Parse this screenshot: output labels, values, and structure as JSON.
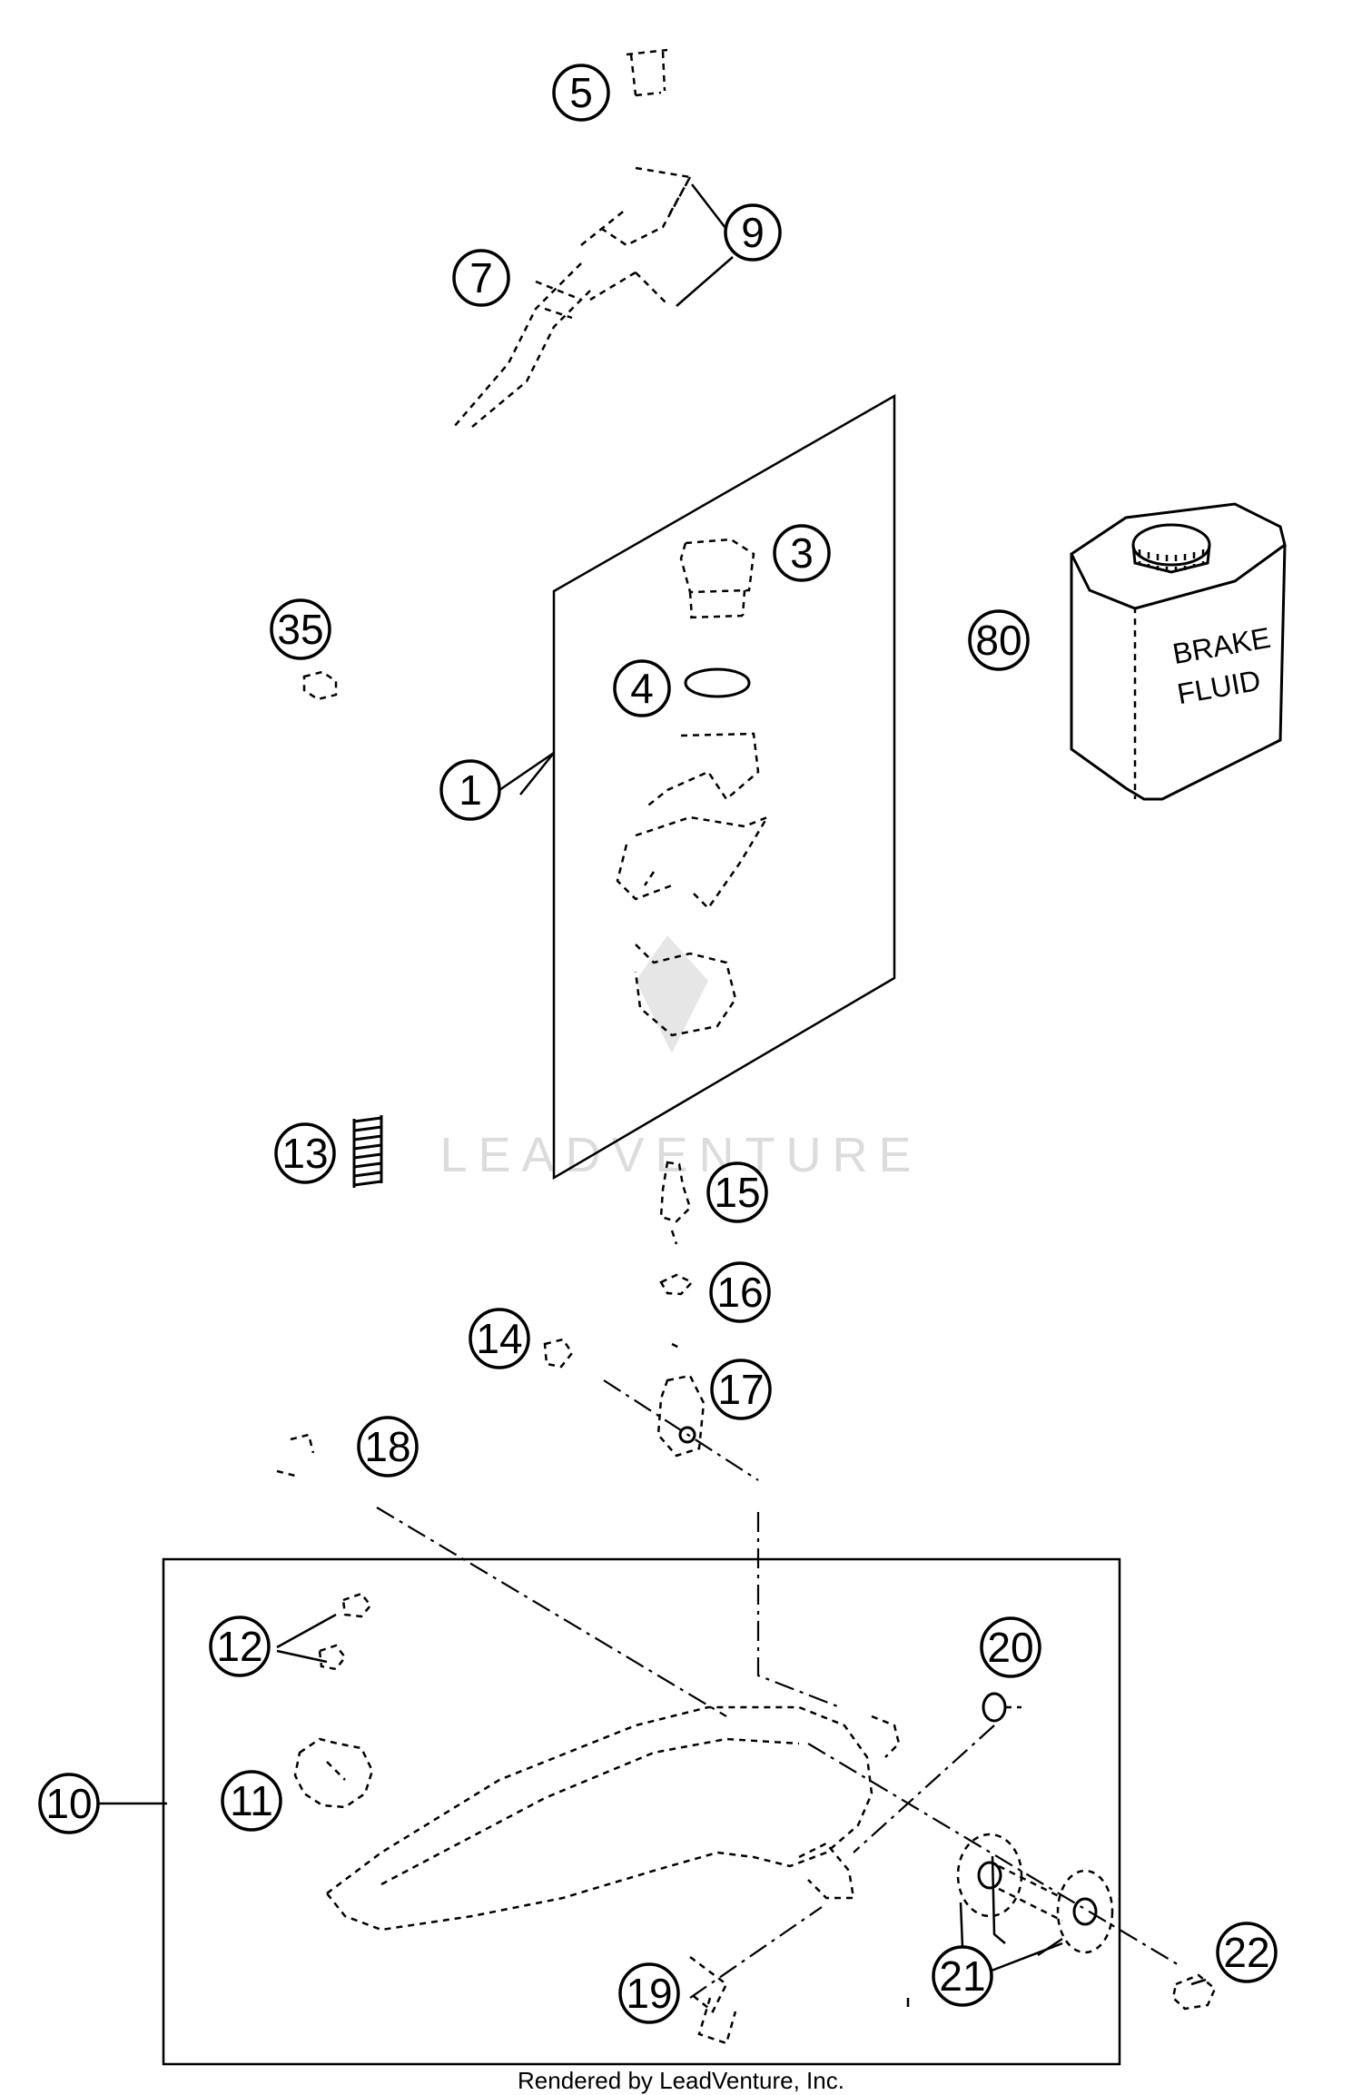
{
  "diagram": {
    "callouts": [
      {
        "id": "5",
        "label": "5"
      },
      {
        "id": "9",
        "label": "9"
      },
      {
        "id": "7",
        "label": "7"
      },
      {
        "id": "3",
        "label": "3"
      },
      {
        "id": "80",
        "label": "80"
      },
      {
        "id": "35",
        "label": "35"
      },
      {
        "id": "4",
        "label": "4"
      },
      {
        "id": "1",
        "label": "1"
      },
      {
        "id": "13",
        "label": "13"
      },
      {
        "id": "15",
        "label": "15"
      },
      {
        "id": "16",
        "label": "16"
      },
      {
        "id": "14",
        "label": "14"
      },
      {
        "id": "17",
        "label": "17"
      },
      {
        "id": "18",
        "label": "18"
      },
      {
        "id": "12",
        "label": "12"
      },
      {
        "id": "20",
        "label": "20"
      },
      {
        "id": "10",
        "label": "10"
      },
      {
        "id": "11",
        "label": "11"
      },
      {
        "id": "21",
        "label": "21"
      },
      {
        "id": "22",
        "label": "22"
      },
      {
        "id": "19",
        "label": "19"
      }
    ],
    "fluid_container": {
      "line1": "BRAKE",
      "line2": "FLUID"
    },
    "watermark": "LEADVENTURE",
    "credit": "Rendered by LeadVenture, Inc."
  }
}
